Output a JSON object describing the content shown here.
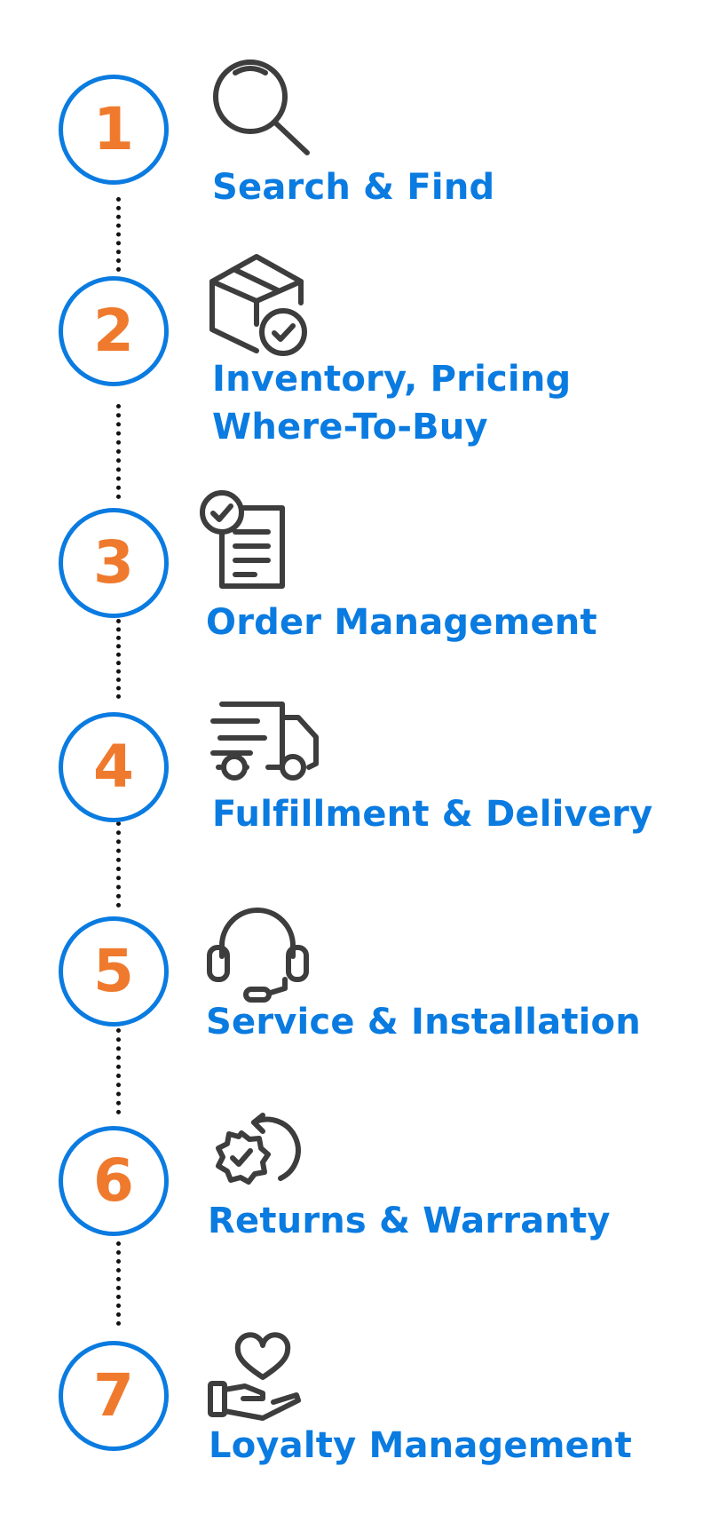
{
  "steps": [
    {
      "number": "1",
      "label": "Search & Find",
      "icon": "magnifier-icon"
    },
    {
      "number": "2",
      "label_lines": [
        "Inventory, Pricing",
        "Where-To-Buy"
      ],
      "icon": "box-check-icon"
    },
    {
      "number": "3",
      "label": "Order Management",
      "icon": "clipboard-check-icon"
    },
    {
      "number": "4",
      "label": "Fulfillment & Delivery",
      "icon": "delivery-truck-icon"
    },
    {
      "number": "5",
      "label": "Service & Installation",
      "icon": "headset-icon"
    },
    {
      "number": "6",
      "label": "Returns & Warranty",
      "icon": "badge-return-icon"
    },
    {
      "number": "7",
      "label": "Loyalty Management",
      "icon": "hand-heart-icon"
    }
  ],
  "colors": {
    "circle_border": "#0a7be0",
    "number": "#ef7a2d",
    "label": "#0a7be0",
    "icon_stroke": "#3d3d3d",
    "connector": "#111111"
  }
}
